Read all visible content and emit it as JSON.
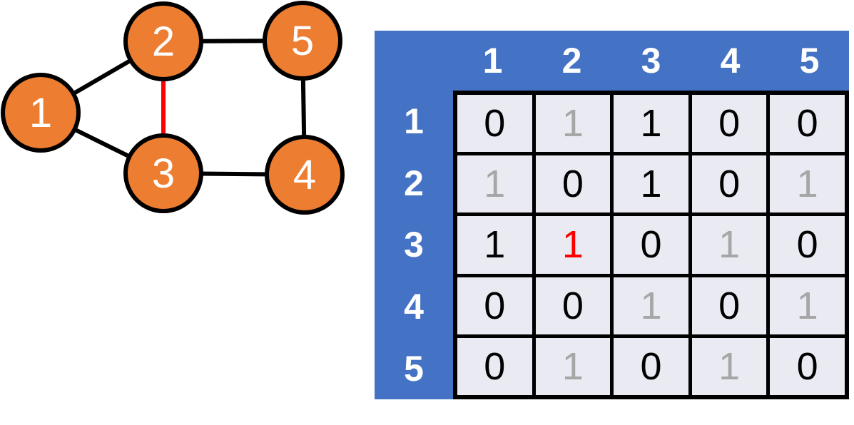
{
  "graph": {
    "nodes": [
      {
        "id": "1",
        "label": "1"
      },
      {
        "id": "2",
        "label": "2"
      },
      {
        "id": "3",
        "label": "3"
      },
      {
        "id": "4",
        "label": "4"
      },
      {
        "id": "5",
        "label": "5"
      }
    ],
    "edges": [
      {
        "from": "1",
        "to": "2",
        "color": "#000000"
      },
      {
        "from": "1",
        "to": "3",
        "color": "#000000"
      },
      {
        "from": "2",
        "to": "3",
        "color": "#FF0000"
      },
      {
        "from": "2",
        "to": "5",
        "color": "#000000"
      },
      {
        "from": "3",
        "to": "4",
        "color": "#000000"
      },
      {
        "from": "4",
        "to": "5",
        "color": "#000000"
      }
    ],
    "node_fill": "#ED7D31",
    "node_stroke": "#000000",
    "node_label_color": "#FFFFFF",
    "highlight_edge_color": "#FF0000"
  },
  "matrix": {
    "column_headers": [
      "1",
      "2",
      "3",
      "4",
      "5"
    ],
    "row_headers": [
      "1",
      "2",
      "3",
      "4",
      "5"
    ],
    "rows": [
      [
        {
          "value": "0",
          "color": "black"
        },
        {
          "value": "1",
          "color": "gray"
        },
        {
          "value": "1",
          "color": "black"
        },
        {
          "value": "0",
          "color": "black"
        },
        {
          "value": "0",
          "color": "black"
        }
      ],
      [
        {
          "value": "1",
          "color": "gray"
        },
        {
          "value": "0",
          "color": "black"
        },
        {
          "value": "1",
          "color": "black"
        },
        {
          "value": "0",
          "color": "black"
        },
        {
          "value": "1",
          "color": "gray"
        }
      ],
      [
        {
          "value": "1",
          "color": "black"
        },
        {
          "value": "1",
          "color": "red"
        },
        {
          "value": "0",
          "color": "black"
        },
        {
          "value": "1",
          "color": "gray"
        },
        {
          "value": "0",
          "color": "black"
        }
      ],
      [
        {
          "value": "0",
          "color": "black"
        },
        {
          "value": "0",
          "color": "black"
        },
        {
          "value": "1",
          "color": "gray"
        },
        {
          "value": "0",
          "color": "black"
        },
        {
          "value": "1",
          "color": "gray"
        }
      ],
      [
        {
          "value": "0",
          "color": "black"
        },
        {
          "value": "1",
          "color": "gray"
        },
        {
          "value": "0",
          "color": "black"
        },
        {
          "value": "1",
          "color": "gray"
        },
        {
          "value": "0",
          "color": "black"
        }
      ]
    ],
    "panel_color": "#4472C4",
    "cell_background": "#E9EAF2",
    "header_text_color": "#FFFFFF",
    "value_colors": {
      "black": "#000000",
      "gray": "#A6A6A6",
      "red": "#FF0000"
    }
  }
}
